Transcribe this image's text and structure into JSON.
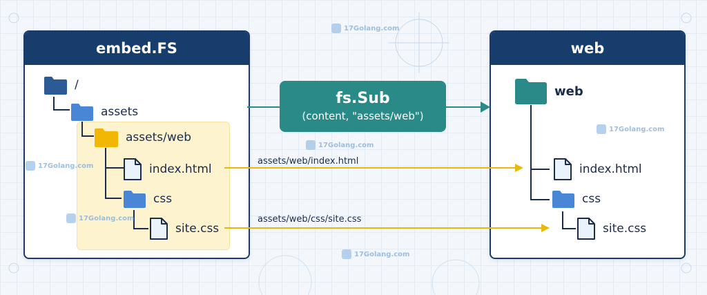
{
  "left_panel": {
    "title": "embed.FS",
    "nodes": {
      "root": "/",
      "assets": "assets",
      "assets_web": "assets/web",
      "index": "index.html",
      "css": "css",
      "site": "site.css"
    }
  },
  "center": {
    "title": "fs.Sub",
    "subtitle": "(content, \"assets/web\")"
  },
  "right_panel": {
    "title": "web",
    "nodes": {
      "web": "web",
      "index": "index.html",
      "css": "css",
      "site": "site.css"
    }
  },
  "mappings": [
    {
      "from": "index.html",
      "path": "assets/web/index.html"
    },
    {
      "from": "site.css",
      "path": "assets/web/css/site.css"
    }
  ],
  "watermark": "17Golang.com",
  "colors": {
    "panel_header": "#163d6b",
    "folder_dark": "#2c5a94",
    "folder_blue": "#4a86d6",
    "folder_yellow": "#f2b705",
    "folder_teal": "#2a8a88",
    "fs_sub_box": "#2a8a88",
    "arrow_yellow": "#e8b90a",
    "highlight": "#fdf3cf"
  },
  "icons": [
    "folder-icon",
    "file-icon",
    "arrow-icon"
  ]
}
